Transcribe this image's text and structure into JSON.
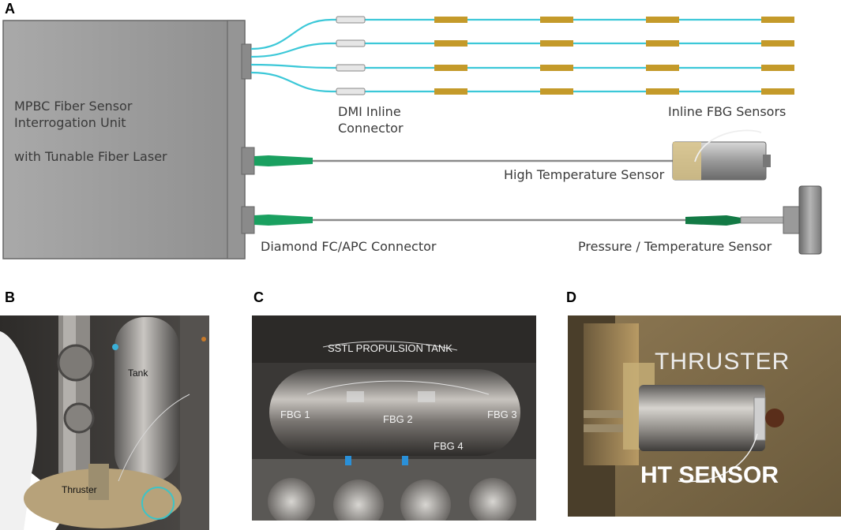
{
  "panels": {
    "a": {
      "letter": "A"
    },
    "b": {
      "letter": "B"
    },
    "c": {
      "letter": "C"
    },
    "d": {
      "letter": "D"
    }
  },
  "diagram": {
    "unit_line1": "MPBC Fiber Sensor",
    "unit_line2": "Interrogation Unit",
    "unit_line3": "with Tunable Fiber Laser",
    "dmi_line1": "DMI Inline",
    "dmi_line2": "Connector",
    "fbg_sensors": "Inline FBG Sensors",
    "high_temp": "High Temperature Sensor",
    "diamond": "Diamond FC/APC Connector",
    "pressure_temp": "Pressure / Temperature Sensor"
  },
  "photo_b": {
    "tank": "Tank",
    "thruster": "Thruster"
  },
  "photo_c": {
    "title": "SSTL PROPULSION TANK",
    "fbg1": "FBG 1",
    "fbg2": "FBG 2",
    "fbg3": "FBG 3",
    "fbg4": "FBG 4"
  },
  "photo_d": {
    "thruster": "THRUSTER",
    "sensor": "HT SENSOR"
  },
  "colors": {
    "fiber_cyan": "#3cc8d8",
    "fbg_gold": "#c49a2a",
    "connector_green": "#1aa060",
    "unit_gray": "#9c9c9c"
  }
}
